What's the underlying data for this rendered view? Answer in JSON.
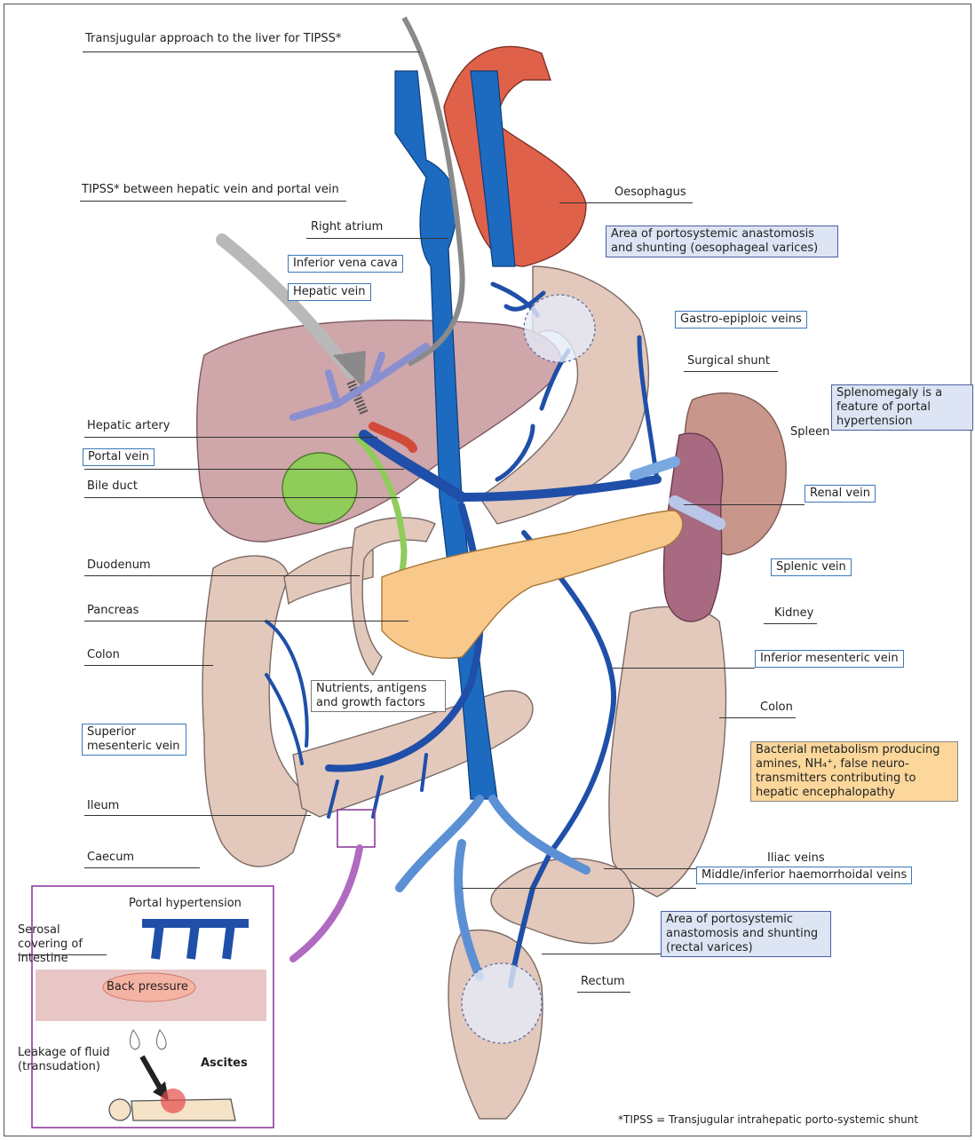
{
  "labels": {
    "transjugular": "Transjugular approach to the liver for TIPSS*",
    "tipss_between": "TIPSS* between hepatic vein and portal vein",
    "right_atrium": "Right atrium",
    "inferior_vena_cava": "Inferior vena cava",
    "hepatic_vein": "Hepatic vein",
    "oesophagus": "Oesophagus",
    "area_oesophageal": "Area of portosystemic anastomosis and shunting (oesophageal varices)",
    "gastro_epiploic": "Gastro-epiploic veins",
    "surgical_shunt": "Surgical shunt",
    "splenomegaly": "Splenomegaly is a feature of portal hypertension",
    "spleen": "Spleen",
    "hepatic_artery": "Hepatic artery",
    "portal_vein": "Portal vein",
    "bile_duct": "Bile duct",
    "renal_vein": "Renal vein",
    "duodenum": "Duodenum",
    "splenic_vein": "Splenic vein",
    "pancreas": "Pancreas",
    "kidney": "Kidney",
    "colon_left": "Colon",
    "inferior_mesenteric_vein": "Inferior mesenteric vein",
    "nutrients": "Nutrients, antigens and growth factors",
    "colon_right": "Colon",
    "superior_mesenteric_vein": "Superior mesenteric vein",
    "bacterial": "Bacterial metabolism producing amines, NH₄⁺, false neuro-transmitters contributing to hepatic encephalopathy",
    "ileum": "Ileum",
    "caecum": "Caecum",
    "iliac_veins": "Iliac veins",
    "haemorrhoidal": "Middle/inferior haemorrhoidal veins",
    "area_rectal": "Area of portosystemic anastomosis and shunting (rectal varices)",
    "rectum": "Rectum",
    "footnote": "*TIPSS = Transjugular intrahepatic porto-systemic shunt"
  },
  "inset": {
    "portal_hypertension": "Portal hypertension",
    "serosal": "Serosal covering of intestine",
    "back_pressure": "Back pressure",
    "leakage": "Leakage of fluid (transudation)",
    "ascites": "Ascites"
  },
  "colors": {
    "vein": "#1f4fa8",
    "ivc": "#1c6bc0",
    "artery_heart": "#e0614a",
    "liver": "#cfa6aa",
    "gut": "#e3c8bc",
    "pancreas": "#f9c98c",
    "gallbladder": "#8fcc5a",
    "spleen": "#c9968c",
    "kidney": "#a76a80",
    "shunt_area": "#e5ebf8",
    "ascites_box": "#8e3d9c"
  }
}
